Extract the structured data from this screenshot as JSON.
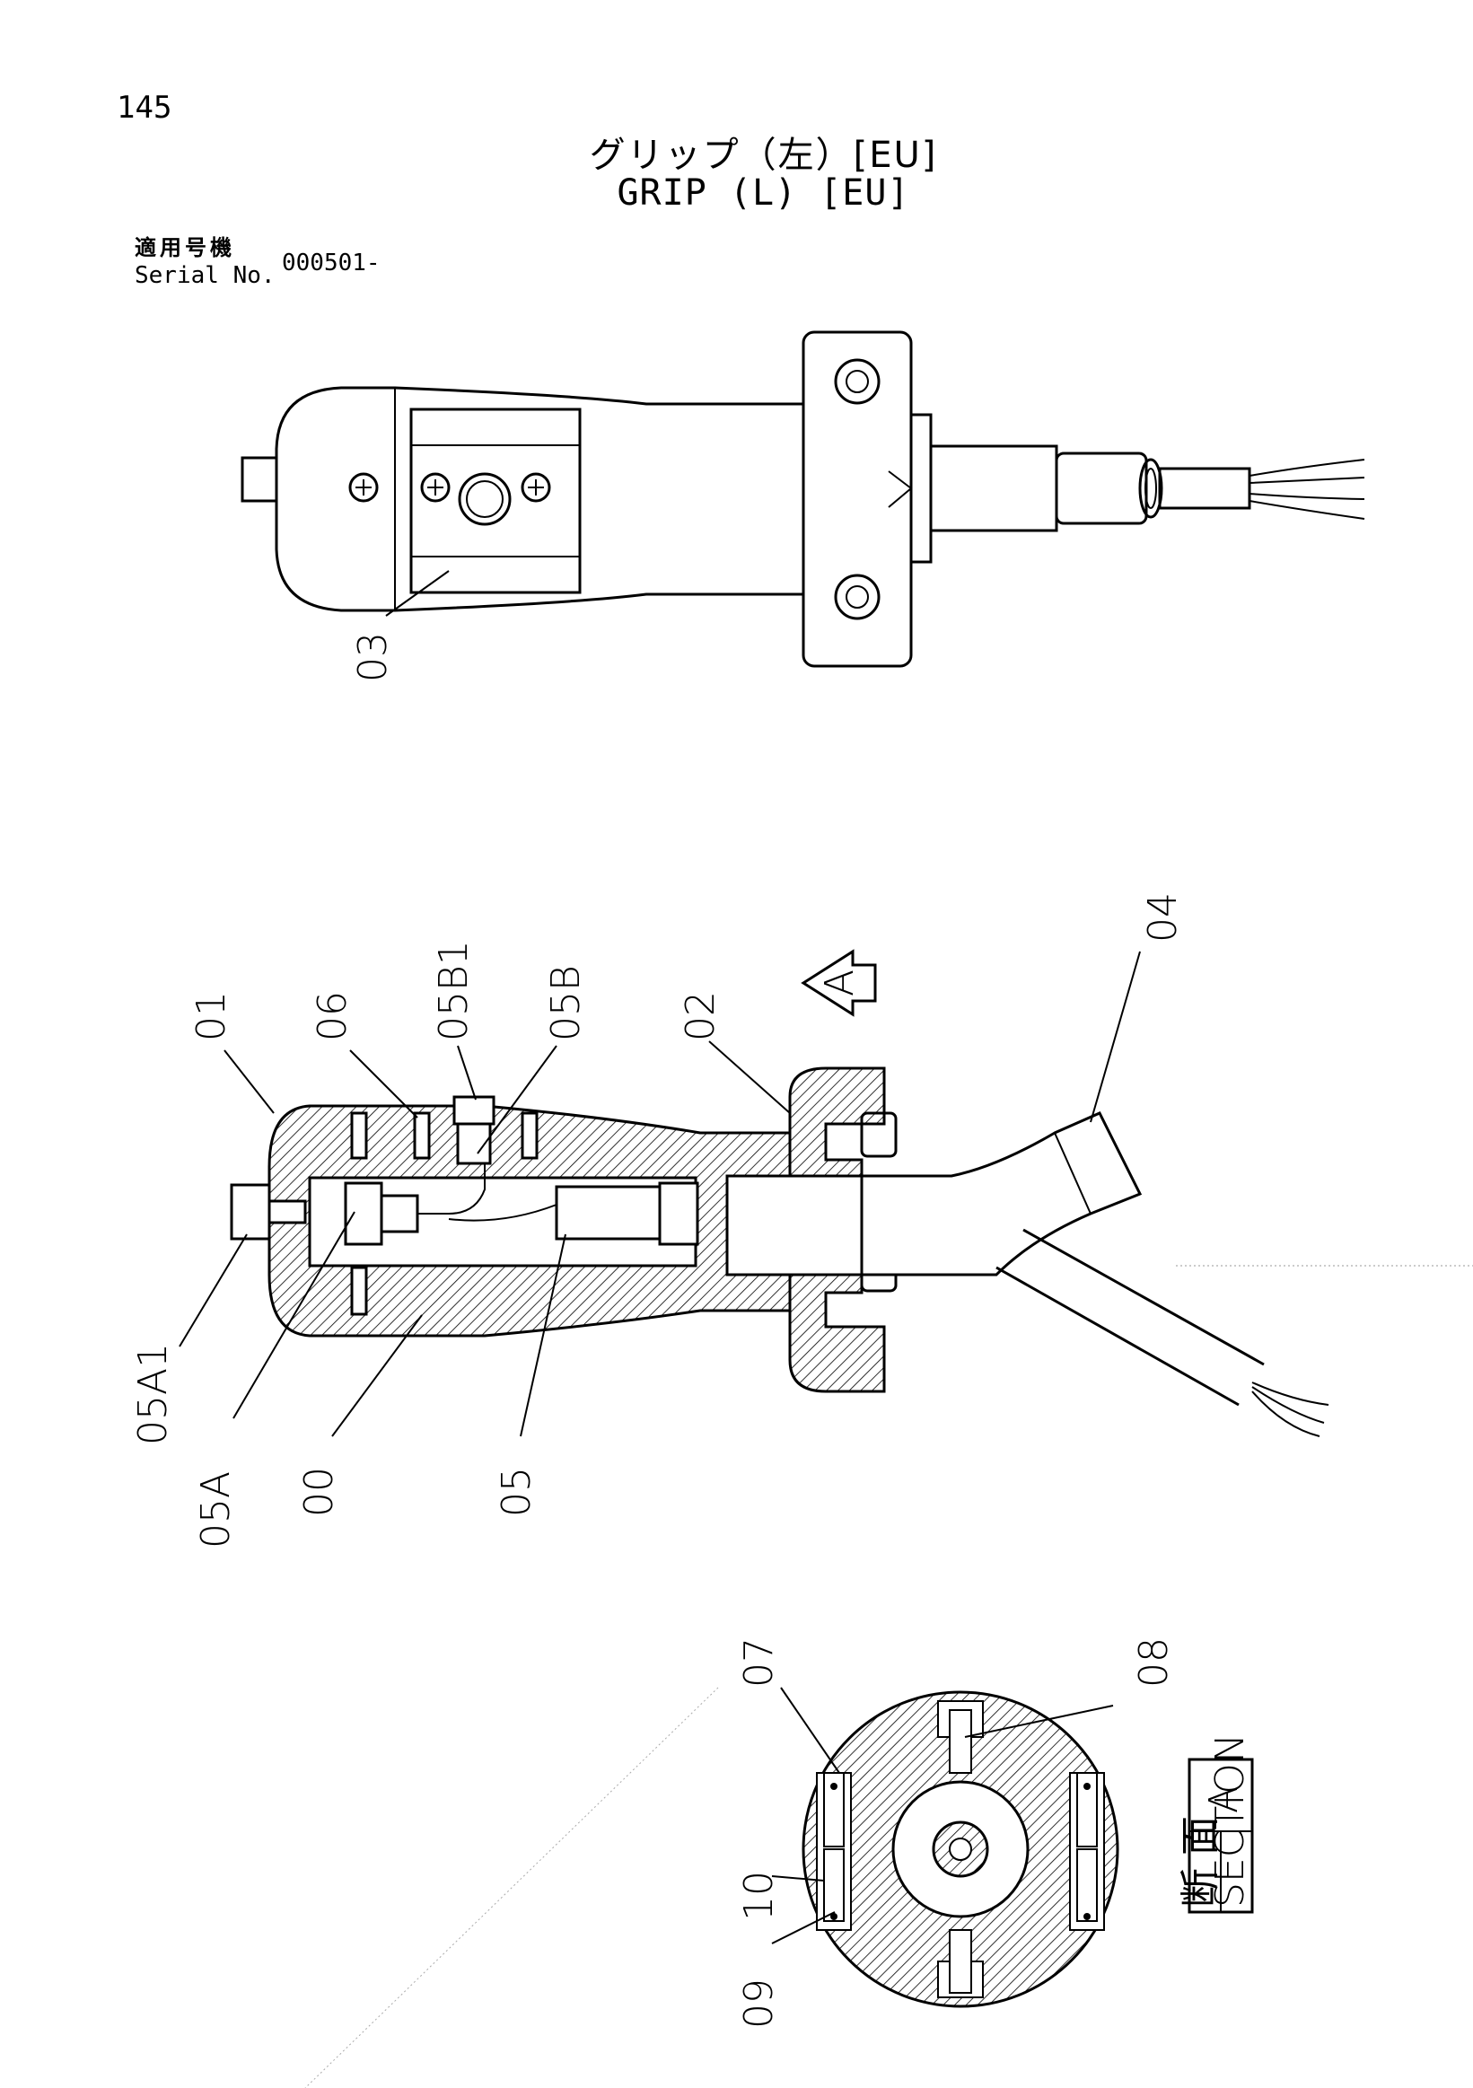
{
  "page": {
    "number": "145",
    "title_jp": "グリップ（左）[EU]",
    "title_en": "GRIP (L) [EU]",
    "serial_label_jp": "適用号機",
    "serial_label_en": "Serial No.",
    "serial_value": "000501-"
  },
  "diagram": {
    "top_view": {
      "callouts": [
        "03"
      ]
    },
    "side_view": {
      "section_arrow_letter": "A",
      "callouts": [
        "01",
        "06",
        "05B1",
        "05B",
        "02",
        "04",
        "05A1",
        "05A",
        "00",
        "05"
      ]
    },
    "section_view": {
      "callouts": [
        "07",
        "08",
        "10",
        "09"
      ],
      "section_box": {
        "jp": "断 面",
        "en": "SECTION",
        "letter": "A"
      }
    }
  }
}
